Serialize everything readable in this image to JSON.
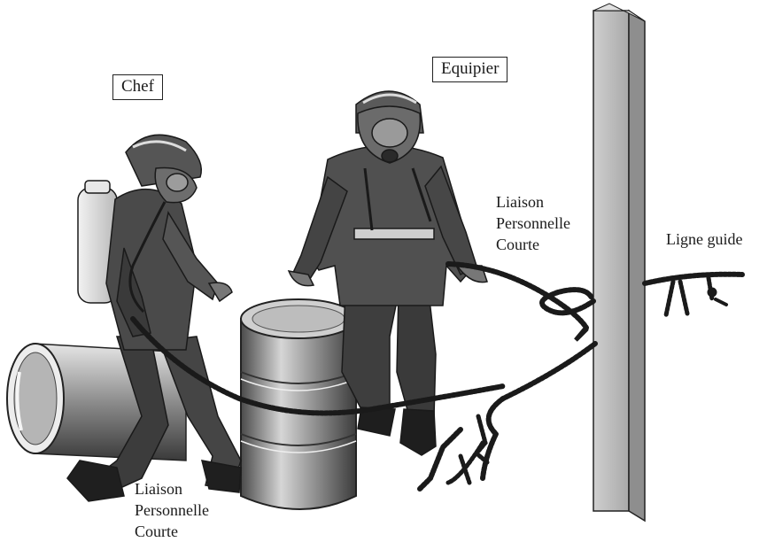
{
  "labels": {
    "chef": "Chef",
    "equipier": "Equipier",
    "liaison_top": [
      "Liaison",
      "Personnelle",
      "Courte"
    ],
    "ligne_guide": "Ligne guide",
    "liaison_bottom": [
      "Liaison",
      "Personnelle",
      "Courte"
    ]
  },
  "colors": {
    "uniform": "#4a4a4a",
    "uniform_dark": "#2b2b2b",
    "cylinder": "#d9d9d9",
    "drum": "#9a9a9a",
    "pillar": "#bcbcbc",
    "rope": "#1a1a1a"
  }
}
